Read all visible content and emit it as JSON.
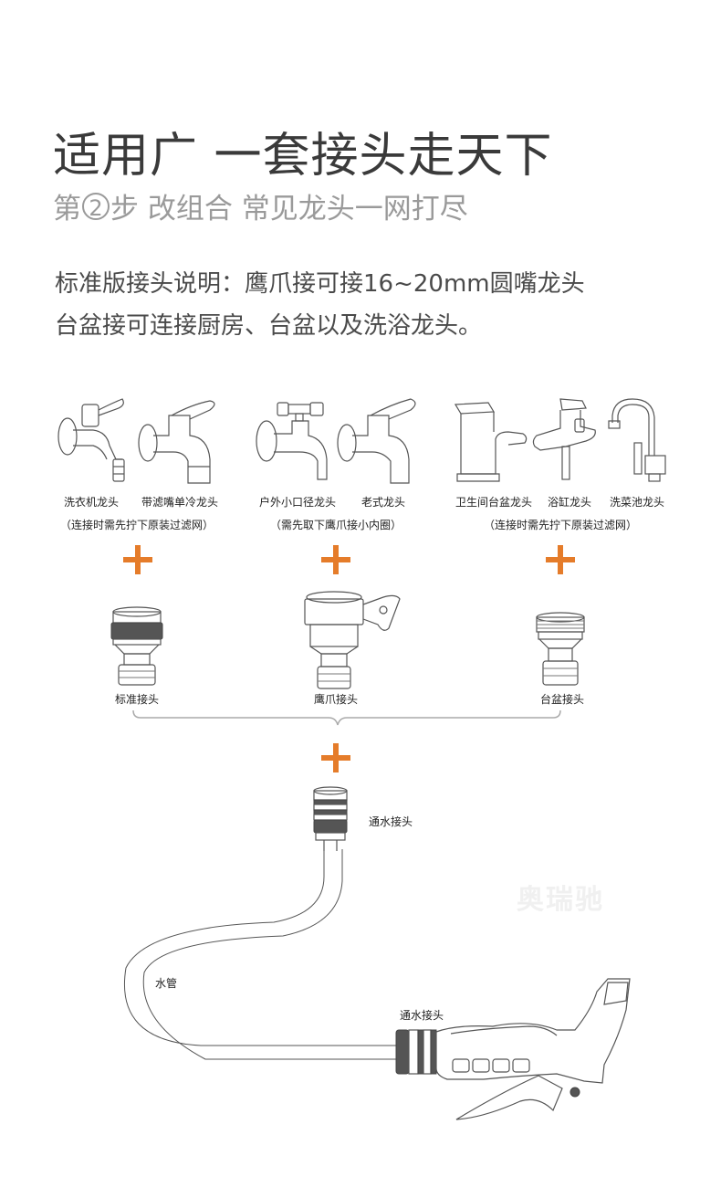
{
  "header": {
    "title": "适用广 一套接头走天下",
    "subtitle_prefix": "第",
    "subtitle_step": "2",
    "subtitle_rest": "步 改组合 常见龙头一网打尽"
  },
  "description": {
    "line1": "标准版接头说明：鹰爪接可接16~20mm圆嘴龙头",
    "line2": "台盆接可连接厨房、台盆以及洗浴龙头。"
  },
  "faucet_groups": [
    {
      "faucets": [
        {
          "label": "洗衣机龙头",
          "icon": "washing-machine-faucet-icon"
        },
        {
          "label": "带滤嘴单冷龙头",
          "icon": "filter-faucet-icon"
        }
      ],
      "note": "（连接时需先拧下原装过滤网）"
    },
    {
      "faucets": [
        {
          "label": "户外小口径龙头",
          "icon": "outdoor-faucet-icon"
        },
        {
          "label": "老式龙头",
          "icon": "old-style-faucet-icon"
        }
      ],
      "note": "（需先取下鹰爪接小内圈）"
    },
    {
      "faucets": [
        {
          "label": "卫生间台盆龙头",
          "icon": "basin-faucet-icon"
        },
        {
          "label": "浴缸龙头",
          "icon": "bathtub-faucet-icon"
        },
        {
          "label": "洗菜池龙头",
          "icon": "kitchen-faucet-icon"
        }
      ],
      "note": "（连接时需先拧下原装过滤网）"
    }
  ],
  "adapters": [
    {
      "label": "标准接头",
      "icon": "standard-adapter-icon"
    },
    {
      "label": "鹰爪接头",
      "icon": "claw-adapter-icon"
    },
    {
      "label": "台盆接头",
      "icon": "basin-adapter-icon"
    }
  ],
  "hose_section": {
    "connector_label": "通水接头",
    "hose_label": "水管",
    "gun_connector_label": "通水接头"
  },
  "watermark": "奥瑞驰",
  "colors": {
    "accent": "#e57c2a",
    "title": "#3a3a3a",
    "subtitle": "#9a9a9a"
  }
}
